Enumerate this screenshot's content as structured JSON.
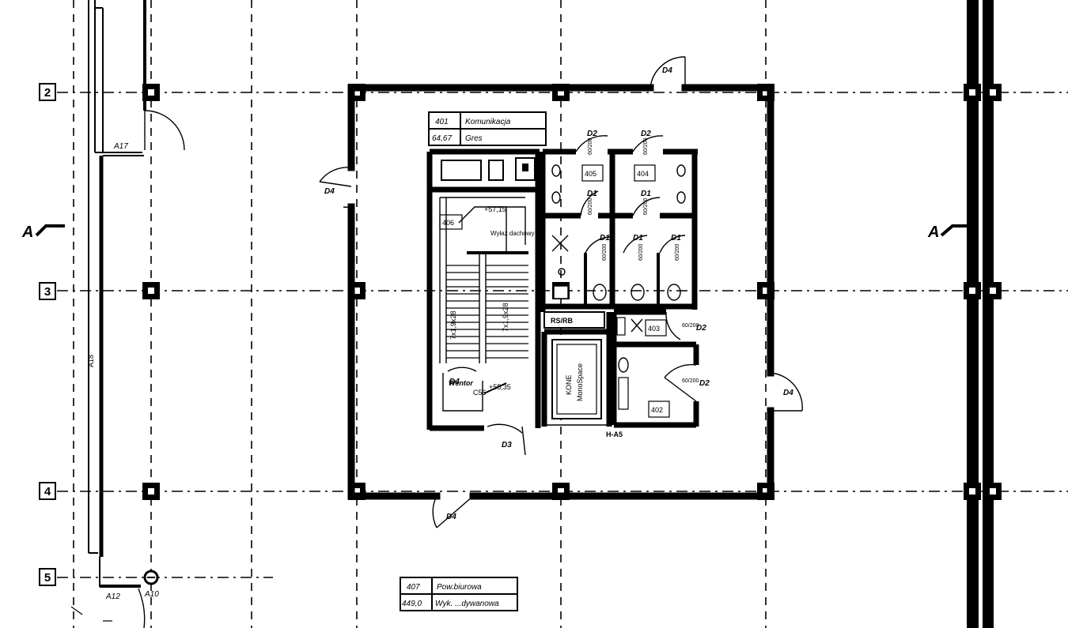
{
  "grid_axes": {
    "row_labels": [
      "2",
      "3",
      "4",
      "5"
    ]
  },
  "section_markers": {
    "left": "A",
    "right": "A"
  },
  "room_labels": {
    "communication": {
      "number": "401",
      "name": "Komunikacja",
      "area": "64,67",
      "finish": "Gres"
    },
    "office": {
      "number": "407",
      "name": "Pow.biurowa",
      "area": "449,0",
      "finish": "Wyk. ...dywanowa"
    }
  },
  "room_numbers": {
    "stair": "406",
    "wc_left": "405",
    "wc_right": "404",
    "cleaning": "403",
    "tech": "402",
    "shaft": "RS/RB"
  },
  "lift": {
    "name": "KONE",
    "type": "MonoSpace"
  },
  "stair_labels": {
    "level_top": "+57,15",
    "level_bottom": "+55,35",
    "shaft_label": "Wyłaz dachowy",
    "run_left": "7x1,9x28",
    "run_right": "7x1,9x28",
    "vestibule": "Wentor",
    "stairs_note": "C56"
  },
  "door_tags": {
    "top": "D4",
    "left": "D4",
    "right": "D4",
    "bottom": "D4",
    "stair_left": "D4",
    "stair_out": "D3",
    "wc_top_l": "D2",
    "wc_top_r": "D2",
    "wc_in_l": "D1",
    "wc_in_r": "D1",
    "wc_bot_1": "D1",
    "wc_bot_2": "D1",
    "wc_bot_3": "D1",
    "clean": "D2",
    "tech": "D2",
    "door_size": "60/200",
    "west_a": "A17",
    "west_b": "A12",
    "west_c": "A10",
    "wall_mark": "A18",
    "riser": "H-A5"
  }
}
